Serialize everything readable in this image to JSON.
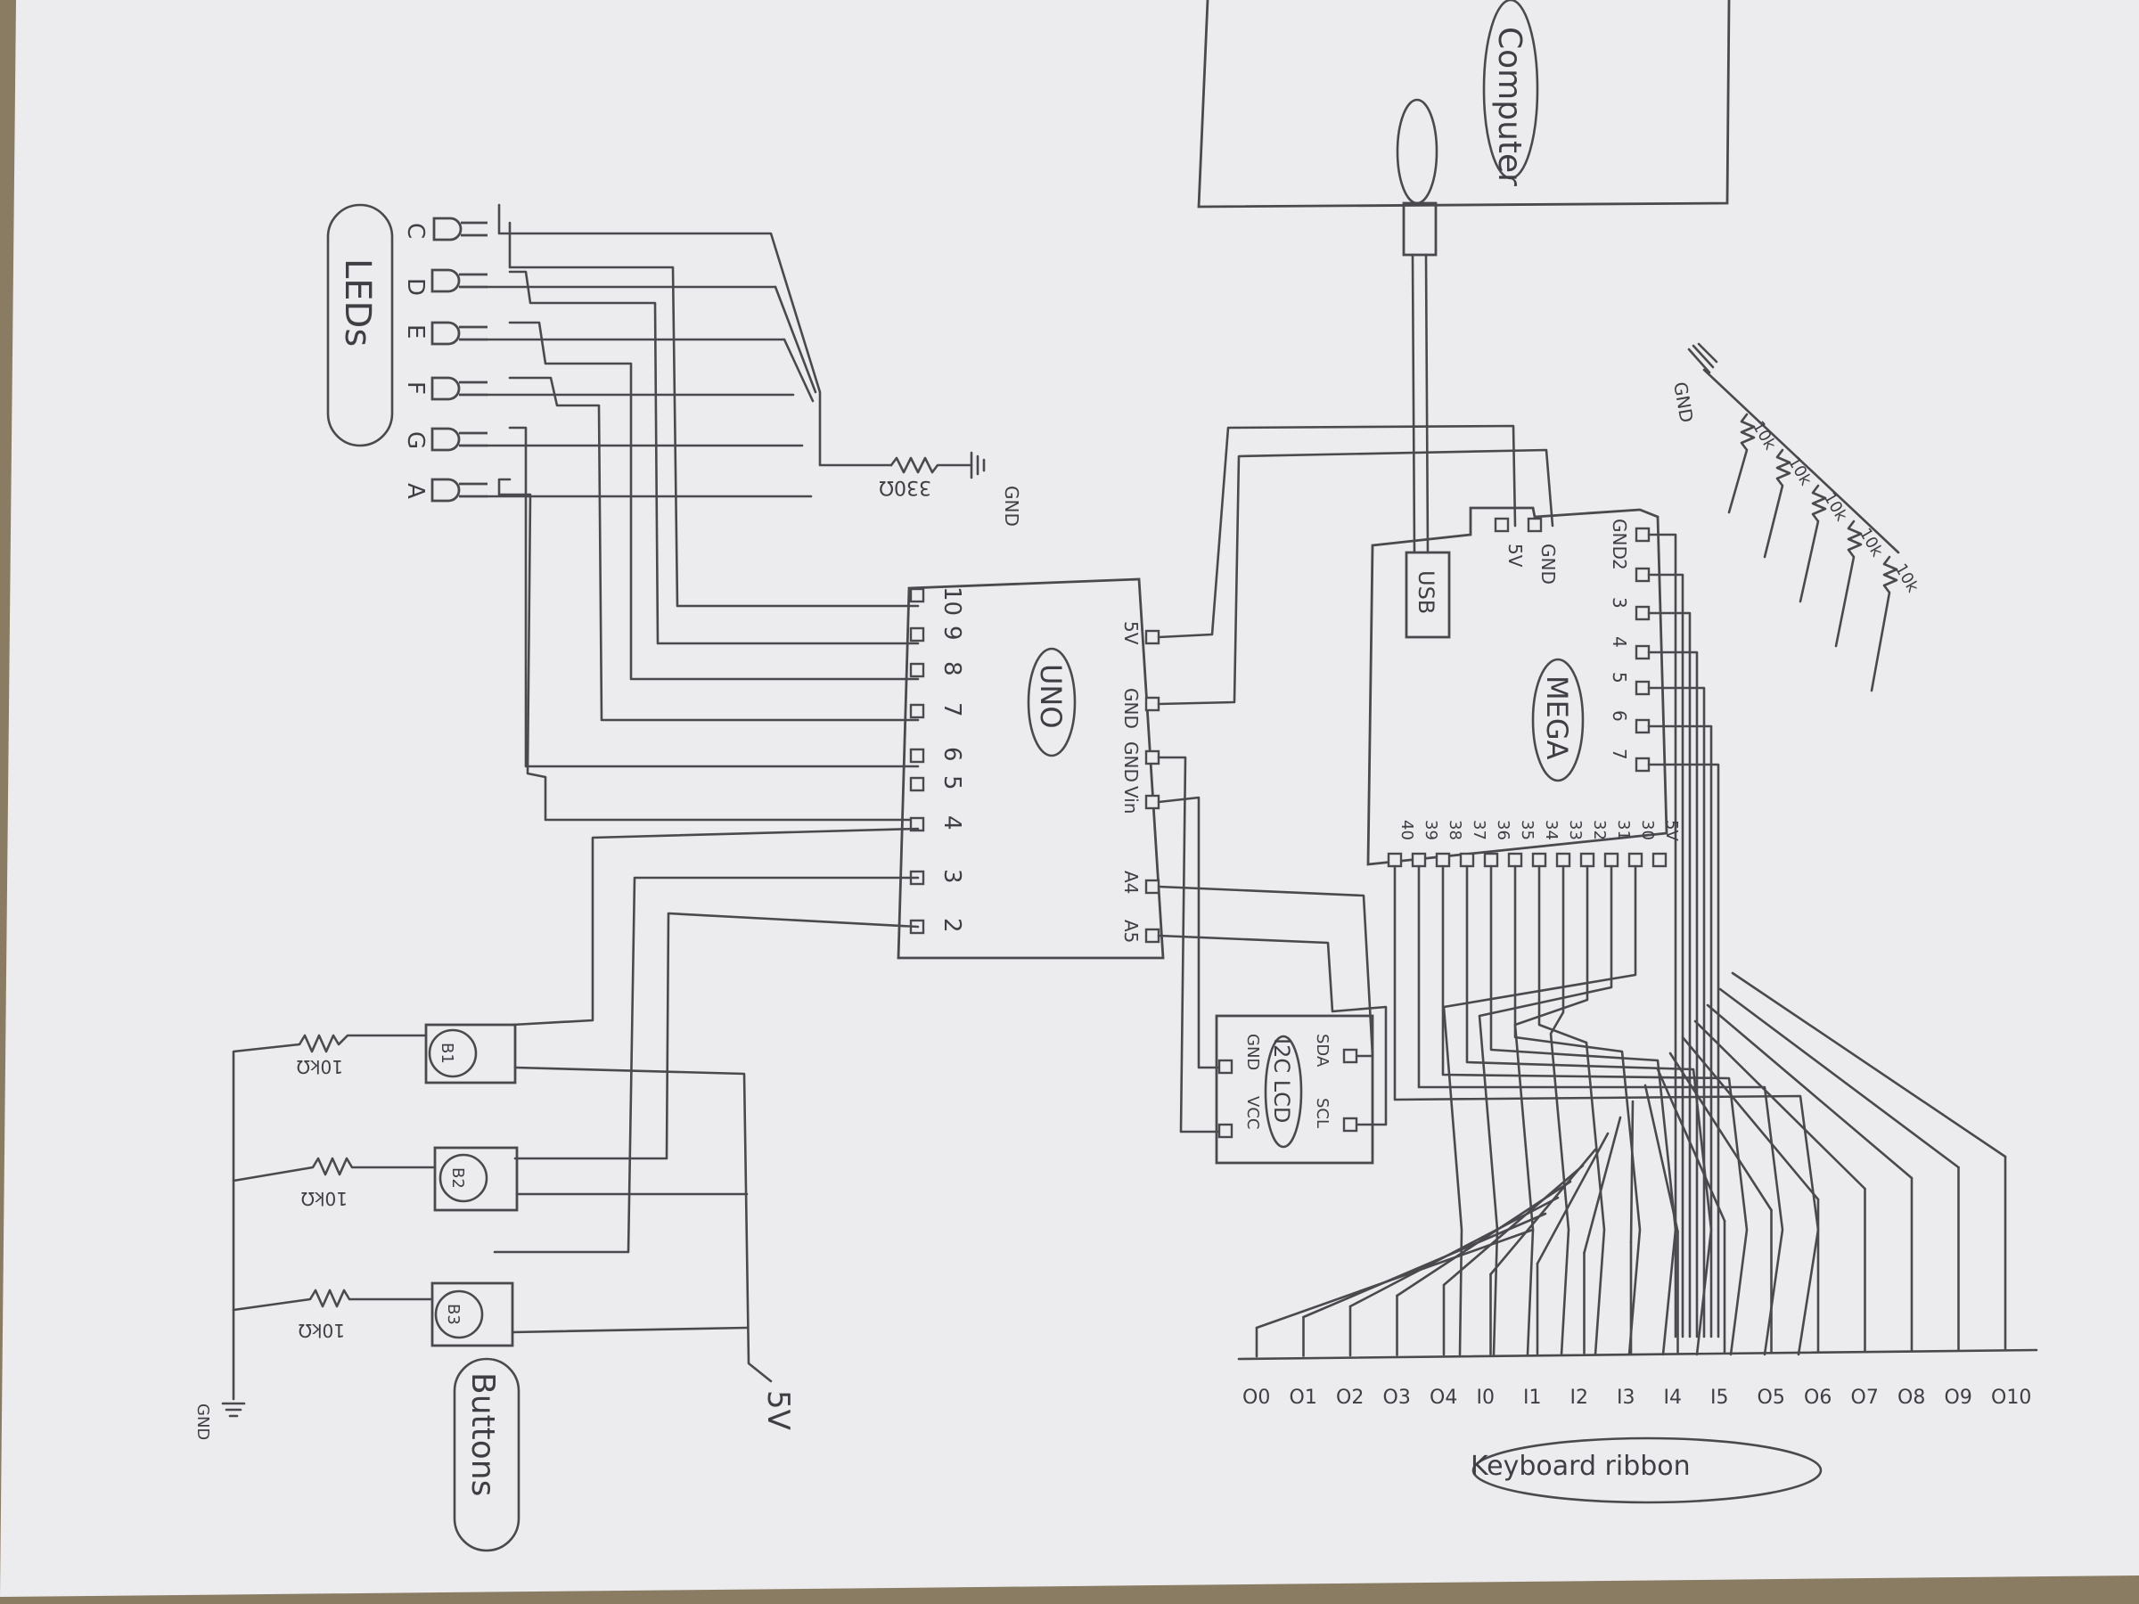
{
  "labels": {
    "computer": "Computer",
    "usb": "USB",
    "leds_title": "LEDs",
    "led_c": "C",
    "led_d": "D",
    "led_e": "E",
    "led_f": "F",
    "led_g": "G",
    "led_a": "A",
    "led_gnd": "GND",
    "led_res": "330Ω",
    "uno": "UNO",
    "uno_left_pins": [
      "10",
      "9",
      "8",
      "7",
      "6",
      "5",
      "4",
      "3",
      "2"
    ],
    "uno_right_pins": [
      "5V",
      "GND",
      "GND",
      "Vin",
      "A4",
      "A5"
    ],
    "mega": "MEGA",
    "mega_top_pins": [
      "5V",
      "GND"
    ],
    "mega_right_pins": [
      "GND",
      "2",
      "3",
      "4",
      "5",
      "6",
      "7"
    ],
    "mega_bottom_pins": [
      "5V",
      "30",
      "31",
      "32",
      "33",
      "34",
      "35",
      "36",
      "37",
      "38",
      "39",
      "40"
    ],
    "mega_gnd": "GND",
    "pulldowns": [
      "10k",
      "10k",
      "10k",
      "10k",
      "10k"
    ],
    "lcd": "I2C LCD",
    "lcd_pins": [
      "GND",
      "VCC",
      "SDA",
      "SCL"
    ],
    "buttons": [
      "B1",
      "B2",
      "B3"
    ],
    "button_res": [
      "10kΩ",
      "10kΩ",
      "10kΩ"
    ],
    "btn_gnd": "GND",
    "btn_5v": "5V",
    "buttons_title": "Buttons",
    "ribbon": [
      "O0",
      "O1",
      "O2",
      "O3",
      "O4",
      "I0",
      "I1",
      "I2",
      "I3",
      "I4",
      "I5",
      "O5",
      "O6",
      "O7",
      "O8",
      "O9",
      "O10"
    ],
    "ribbon_title": "Keyboard ribbon"
  }
}
